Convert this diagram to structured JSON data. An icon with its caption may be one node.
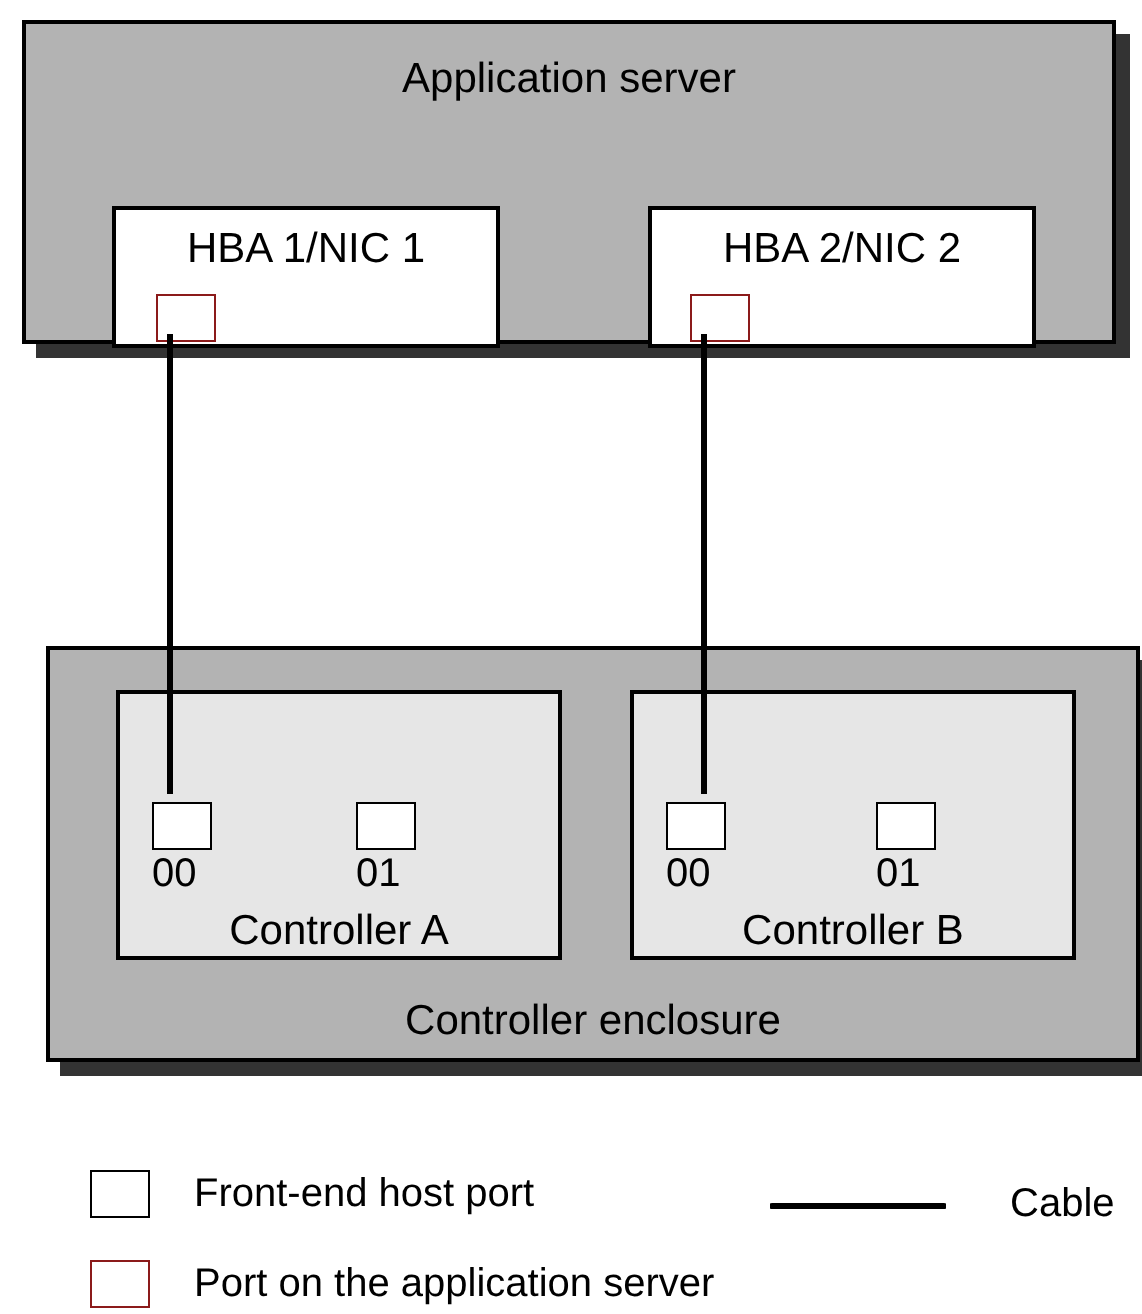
{
  "diagram": {
    "nodes": [
      {
        "text": [
          "Application server"
        ]
      },
      {
        "text": [
          "HBA 1/NIC 1"
        ],
        "in": 0
      },
      {
        "text": [],
        "shape": "box",
        "in": 1
      },
      {
        "text": [
          "HBA 2/NIC 2"
        ],
        "in": 0
      },
      {
        "text": [],
        "shape": "box",
        "in": 3
      },
      {
        "text": [
          "Controller enclosure"
        ]
      },
      {
        "text": [
          "Controller A"
        ],
        "in": 5
      },
      {
        "text": [],
        "shape": "box",
        "in": 6,
        "beside": [
          "00"
        ]
      },
      {
        "text": [],
        "shape": "box",
        "in": 6,
        "beside": [
          "01"
        ]
      },
      {
        "text": [
          "Controller B"
        ],
        "in": 5
      },
      {
        "text": [],
        "shape": "box",
        "in": 9,
        "beside": [
          "00"
        ]
      },
      {
        "text": [],
        "shape": "box",
        "in": 9,
        "beside": [
          "01"
        ]
      }
    ],
    "edges": [
      {
        "from": 2,
        "to": 7,
        "arrow": "none"
      },
      {
        "from": 4,
        "to": 10,
        "arrow": "none"
      }
    ],
    "legend": [
      {
        "text": "Front-end host port"
      },
      {
        "text": "Port on the application server"
      },
      {
        "text": "Cable"
      }
    ]
  }
}
